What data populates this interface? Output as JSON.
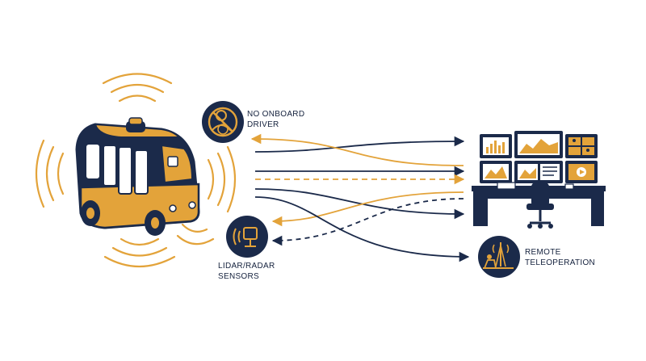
{
  "labels": {
    "no_onboard_driver": [
      "NO ONBOARD",
      "DRIVER"
    ],
    "lidar_radar_sensors": [
      "LIDAR/RADAR",
      "SENSORS"
    ],
    "remote_teleoperation": [
      "REMOTE",
      "TELEOPERATION"
    ]
  },
  "colors": {
    "navy": "#1b2a4a",
    "gold": "#e3a33a",
    "white": "#ffffff"
  },
  "icons": [
    "no-driver-icon",
    "sensor-icon",
    "teleoperation-icon",
    "shuttle-bus",
    "control-station"
  ],
  "links": [
    {
      "from": "shuttle",
      "to": "control-station",
      "style": "solid",
      "color": "navy"
    },
    {
      "from": "shuttle",
      "to": "control-station",
      "style": "dashed",
      "color": "gold"
    },
    {
      "from": "control-station",
      "to": "shuttle",
      "style": "solid",
      "color": "gold"
    },
    {
      "from": "control-station",
      "to": "shuttle",
      "style": "dashed",
      "color": "navy"
    },
    {
      "from": "shuttle",
      "to": "remote-teleoperation",
      "style": "solid",
      "color": "navy"
    }
  ]
}
